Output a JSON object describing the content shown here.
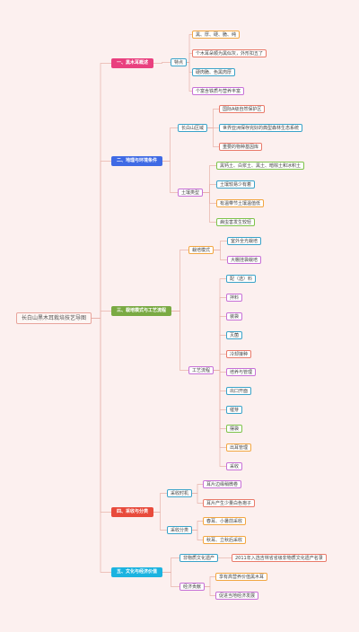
{
  "colors": {
    "background": "#fcf0ef",
    "root_border": "#e8a49c",
    "line": "#e7b3ab"
  },
  "root": {
    "label": "长白山黑木耳栽培技艺导图"
  },
  "branches": [
    {
      "label": "一、黑木耳概述",
      "color": "#e9407f",
      "children": [
        {
          "label": "特点",
          "color": "#3aa3c9",
          "children": [
            {
              "label": "黑、厚、硬、脆、纯",
              "color": "#f2a641"
            },
            {
              "label": "个木耳朵顺为黑似灰，外形扣五了",
              "color": "#e97a6a"
            },
            {
              "label": "硬肉脆、色黑肉厚",
              "color": "#3aa3c9"
            },
            {
              "label": "个富含铁质与营养丰富",
              "color": "#c770d7"
            }
          ]
        }
      ]
    },
    {
      "label": "二、地理与环境条件",
      "color": "#3f6ae5",
      "children": [
        {
          "label": "长白山区域",
          "color": "#3aa3c9",
          "children": [
            {
              "label": "国际A级自然保护区",
              "color": "#e97a6a"
            },
            {
              "label": "世界亚洲保存完好的典型森林生态系统",
              "color": "#3aa3c9"
            },
            {
              "label": "重要的物种基因库",
              "color": "#e97a6a"
            }
          ]
        },
        {
          "label": "土壤类型",
          "color": "#c770d7",
          "children": [
            {
              "label": "黑钙土、白浆土、黑土、暗棕土和冰积土",
              "color": "#7ec34b"
            },
            {
              "label": "土壤较易少有着",
              "color": "#3aa3c9"
            },
            {
              "label": "有温带节土壤温值低",
              "color": "#f2a641"
            },
            {
              "label": "病虫害发生较轻",
              "color": "#7ec34b"
            }
          ]
        }
      ]
    },
    {
      "label": "三、栽培模式与工艺流程",
      "color": "#7aaa43",
      "children": [
        {
          "label": "栽培模式",
          "color": "#f2a641",
          "children": [
            {
              "label": "室外全光栽培",
              "color": "#3aa3c9"
            },
            {
              "label": "大棚挂袋栽培",
              "color": "#c770d7"
            }
          ]
        },
        {
          "label": "工艺流程",
          "color": "#c770d7",
          "children": [
            {
              "label": "配（选）料",
              "color": "#3aa3c9"
            },
            {
              "label": "拌料",
              "color": "#c770d7"
            },
            {
              "label": "装袋",
              "color": "#c770d7"
            },
            {
              "label": "灭菌",
              "color": "#3aa3c9"
            },
            {
              "label": "冷却接种",
              "color": "#e97a6a"
            },
            {
              "label": "培养与管理",
              "color": "#c770d7"
            },
            {
              "label": "出口开面",
              "color": "#3aa3c9"
            },
            {
              "label": "催芽",
              "color": "#3aa3c9"
            },
            {
              "label": "摆袋",
              "color": "#7ec34b"
            },
            {
              "label": "出耳管理",
              "color": "#f2a641"
            },
            {
              "label": "采收",
              "color": "#c770d7"
            }
          ]
        }
      ]
    },
    {
      "label": "四、采收与分类",
      "color": "#e84b3c",
      "children": [
        {
          "label": "采收时机",
          "color": "#3aa3c9",
          "children": [
            {
              "label": "耳片边缘稍微卷",
              "color": "#c770d7"
            },
            {
              "label": "耳片产生少量白色孢子",
              "color": "#e97a6a"
            }
          ]
        },
        {
          "label": "采收分类",
          "color": "#3aa3c9",
          "children": [
            {
              "label": "春耳、小暑前采收",
              "color": "#f2a641"
            },
            {
              "label": "秋耳、立秋后采收",
              "color": "#f2a641"
            }
          ]
        }
      ]
    },
    {
      "label": "五、文化与经济价值",
      "color": "#1bb3e0",
      "children": [
        {
          "label": "非物质文化遗产",
          "color": "#3aa3c9",
          "children": [
            {
              "label": "2011年入选吉林省省级非物质文化遗产名录",
              "color": "#e97a6a"
            }
          ]
        },
        {
          "label": "经济贡献",
          "color": "#c770d7",
          "children": [
            {
              "label": "享有高营养价值黑木耳",
              "color": "#f2a641"
            },
            {
              "label": "促进当地经济发展",
              "color": "#c770d7"
            }
          ]
        }
      ]
    }
  ]
}
